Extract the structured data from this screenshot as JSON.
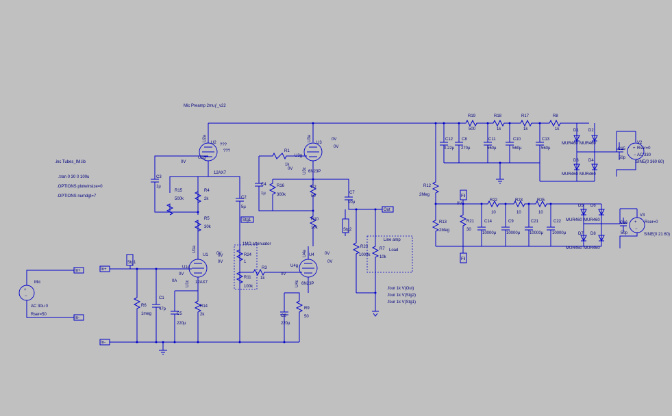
{
  "title": "Mic Preamp 2muƒ_v22",
  "directives": {
    "lib": ".inc Tubes_IM.lib",
    "tran": ".tran 0 30 0 100u",
    "opt1": ".OPTIONS plotwinsize=0",
    "opt2": ".OPTIONS numdgt=7"
  },
  "measure": {
    "f1": ".four 1k V(Out)",
    "f2": ".four 1k V(Stg2)",
    "f3": ".four 1k V(Stg1)"
  },
  "nets": {
    "in_p": "In+",
    "in_p2": "In+",
    "in_m": "In-",
    "in_m2": "In-",
    "stg1": "Stg1",
    "stg1b": "Stg1",
    "stg2": "Stg2",
    "out": "Out",
    "hv": "0V",
    "fil_hi": "Fil",
    "fil_lo": "Fil"
  },
  "boxes": {
    "atten": "1MΩ attenuator",
    "lineamp": "Line amp",
    "load": "Load"
  },
  "voltages": {
    "v1": "0V",
    "v2": "0V",
    "v3": "0V",
    "v4": "0A",
    "v5": "0V",
    "v6": "0V",
    "v7": "0V",
    "v8": "0V",
    "v9": "0V",
    "v10": "0V",
    "v11": "0V",
    "v12": "0V",
    "q1": "???",
    "q2": "???"
  },
  "sources": {
    "mic": {
      "name": "Mic",
      "value": "AC 30u 0",
      "rser": "Rser=50"
    },
    "v2": {
      "name": "V2",
      "rser": "Rser=0",
      "ac": "AC 330",
      "sine": "SINE(0 360 60)"
    },
    "v3": {
      "name": "V3",
      "rser": "Rser=0",
      "sine": "SINE(0 21 60)"
    }
  },
  "tubes": {
    "u2": {
      "name": "U2",
      "model": "12AX7",
      "half": "U2a",
      "grid": "U2g"
    },
    "u1": {
      "name": "U1",
      "model": "12AX7",
      "half": "U1a",
      "grid": "U1g",
      "cath": "U1c"
    },
    "u3": {
      "name": "U3",
      "model": "6N23P",
      "half": "U3a",
      "grid": "U3g",
      "cath": "U3c"
    },
    "u4": {
      "name": "U4",
      "model": "6N23P",
      "half": "U4a",
      "grid": "U4g",
      "cath": "U4c"
    }
  },
  "resistors": {
    "r1": {
      "name": "R1",
      "value": "1k"
    },
    "r2": {
      "name": "R2",
      "value": "50"
    },
    "r3": {
      "name": "R3",
      "value": "1k"
    },
    "r4": {
      "name": "R4",
      "value": "2k"
    },
    "r5": {
      "name": "R5",
      "value": "30k"
    },
    "r6": {
      "name": "R6",
      "value": "1meg"
    },
    "r7": {
      "name": "R7",
      "value": "10k"
    },
    "r8": {
      "name": "R8",
      "value": "1k"
    },
    "r9": {
      "name": "R9",
      "value": "50"
    },
    "r10": {
      "name": "R10",
      "value": "10k"
    },
    "r11": {
      "name": "R11",
      "value": "100k"
    },
    "r12": {
      "name": "R12",
      "value": "2Meg"
    },
    "r13": {
      "name": "R13",
      "value": "2Meg"
    },
    "r14": {
      "name": "R14",
      "value": "2k"
    },
    "r15": {
      "name": "R15",
      "value": "500k"
    },
    "r16": {
      "name": "R16",
      "value": "300k"
    },
    "r17": {
      "name": "R17",
      "value": "1k"
    },
    "r18": {
      "name": "R18",
      "value": "1k"
    },
    "r19": {
      "name": "R19",
      "value": "500"
    },
    "r20": {
      "name": "R20",
      "value": "1000k"
    },
    "r21": {
      "name": "R21",
      "value": "30"
    },
    "r22": {
      "name": "R22",
      "value": "10"
    },
    "r23": {
      "name": "R23",
      "value": "10"
    },
    "r24": {
      "name": "R24",
      "value": "1"
    },
    "r25": {
      "name": "R25",
      "value": "10"
    }
  },
  "caps": {
    "c1": {
      "name": "C1",
      "value": "47p"
    },
    "c2": {
      "name": "C2",
      "value": "5µ"
    },
    "c3": {
      "name": "C3",
      "value": "1µ"
    },
    "c4": {
      "name": "C4",
      "value": "1µ"
    },
    "c5": {
      "name": "C5",
      "value": "220µ"
    },
    "c6": {
      "name": "C6",
      "value": "220µ"
    },
    "c7": {
      "name": "C7",
      "value": "10µ"
    },
    "c8": {
      "name": "C8",
      "value": "270µ"
    },
    "c9": {
      "name": "C9",
      "value": "10000µ"
    },
    "c10": {
      "name": "C10",
      "value": "560µ"
    },
    "c11": {
      "name": "C11",
      "value": "560µ"
    },
    "c12": {
      "name": "C12",
      "value": "0.22µ"
    },
    "c13": {
      "name": "C13",
      "value": "560µ"
    },
    "c14": {
      "name": "C14",
      "value": "10000µ"
    },
    "c15": {
      "name": "C15",
      "value": "50p"
    },
    "c16": {
      "name": "C16",
      "value": "50p"
    },
    "c21": {
      "name": "C21",
      "value": "10000µ"
    },
    "c22": {
      "name": "C22",
      "value": "10000µ"
    }
  },
  "diodes": {
    "d1": "D1",
    "d2": "D2",
    "d3": "D3",
    "d4": "D4",
    "d5": "D5",
    "d6": "D6",
    "d7": "D7",
    "d8": "D8",
    "m1": "MUR460",
    "m2": "MUR460",
    "m3": "MUR460",
    "m4": "MUR460",
    "m5": "MUR460",
    "m6": "MUR460",
    "m7": "MUR460",
    "m8": "MUR460"
  }
}
